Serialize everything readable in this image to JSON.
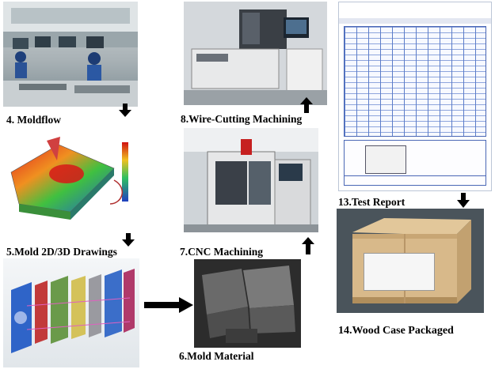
{
  "steps": {
    "moldflow": {
      "label": "4. Moldflow"
    },
    "drawings": {
      "label": "5.Mold 2D/3D Drawings"
    },
    "material": {
      "label": "6.Mold Material"
    },
    "cnc": {
      "label": "7.CNC Machining"
    },
    "wire_cutting": {
      "label": "8.Wire-Cutting Machining"
    },
    "test_report": {
      "label": "13.Test Report"
    },
    "wood_case": {
      "label": "14.Wood Case Packaged"
    }
  },
  "colors": {
    "arrow": "#000000",
    "report_blue": "#1a3a8a",
    "wood": "#d8b98a"
  }
}
